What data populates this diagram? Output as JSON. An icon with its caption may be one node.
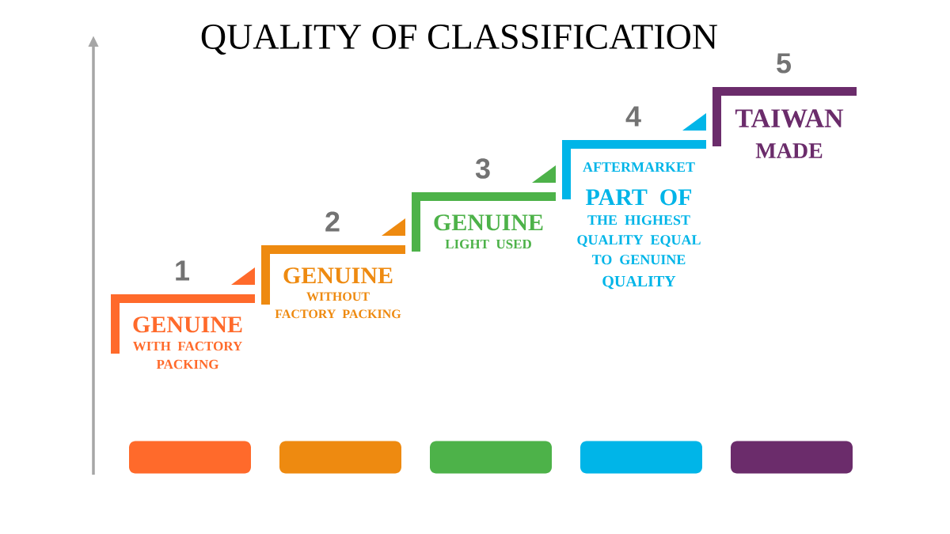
{
  "diagram": {
    "title": "QUALITY OF CLASSIFICATION",
    "nodes": [
      {
        "text": [
          "GENUINE",
          "WITH FACTORY PACKING"
        ],
        "beside": [
          "1"
        ]
      },
      {
        "text": [
          "GENUINE",
          "WITHOUT FACTORY PACKING"
        ],
        "beside": [
          "2"
        ]
      },
      {
        "text": [
          "GENUINE",
          "LIGHT USED"
        ],
        "beside": [
          "3"
        ]
      },
      {
        "text": [
          "AFTERMARKET",
          "PART OF",
          "THE HIGHEST QUALITY EQUAL TO GENUINE",
          "QUALITY"
        ],
        "beside": [
          "4"
        ]
      },
      {
        "text": [
          "TAIWAN",
          "MADE"
        ],
        "beside": [
          "5"
        ]
      },
      {
        "text": [],
        "shape": "bar"
      },
      {
        "text": [],
        "shape": "bar"
      },
      {
        "text": [],
        "shape": "bar"
      },
      {
        "text": [],
        "shape": "bar"
      },
      {
        "text": [],
        "shape": "bar"
      }
    ]
  }
}
